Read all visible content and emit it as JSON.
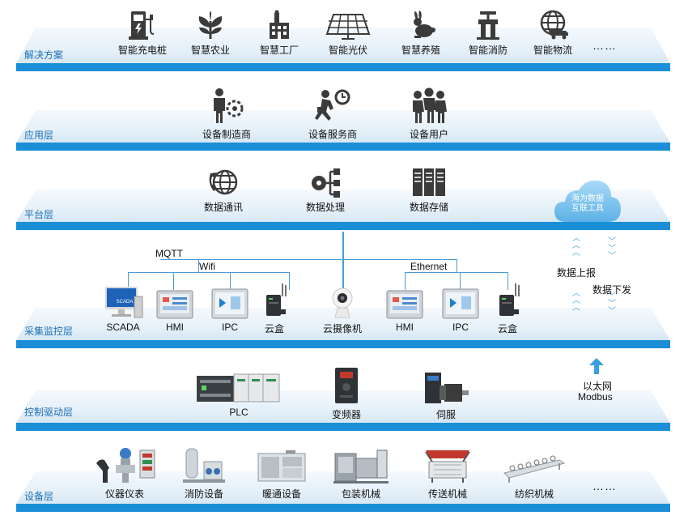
{
  "layers": {
    "solutions": {
      "label": "解决方案",
      "items": [
        "智能充电桩",
        "智慧农业",
        "智慧工厂",
        "智能光伏",
        "智慧养殖",
        "智能消防",
        "智能物流"
      ],
      "more": "……"
    },
    "application": {
      "label": "应用层",
      "items": [
        "设备制造商",
        "设备服务商",
        "设备用户"
      ]
    },
    "platform": {
      "label": "平台层",
      "items": [
        "数据通讯",
        "数据处理",
        "数据存储"
      ],
      "cloud": "海为数据\n互联工具"
    },
    "acquisition": {
      "label": "采集监控层",
      "items": [
        "SCADA",
        "HMI",
        "IPC",
        "云盒",
        "云摄像机",
        "HMI",
        "IPC",
        "云盒"
      ],
      "scada_screen": "SCADA",
      "protocols": {
        "mqtt": "MQTT",
        "wifi": "Wifi",
        "ethernet": "Ethernet"
      },
      "data_up": "数据上报",
      "data_down": "数据下发"
    },
    "control": {
      "label": "控制驱动层",
      "items": [
        "PLC",
        "变频器",
        "伺服"
      ],
      "protocol_line1": "以太网",
      "protocol_line2": "Modbus"
    },
    "device": {
      "label": "设备层",
      "items": [
        "仪器仪表",
        "消防设备",
        "暖通设备",
        "包装机械",
        "传送机械",
        "纺织机械"
      ],
      "more": "……"
    }
  },
  "colors": {
    "bar": "#1a8ed6",
    "label": "#1c6fb5",
    "icon": "#3b3b3b",
    "cloud": "#7fc3ee",
    "arrow": "#3aa0e0"
  }
}
